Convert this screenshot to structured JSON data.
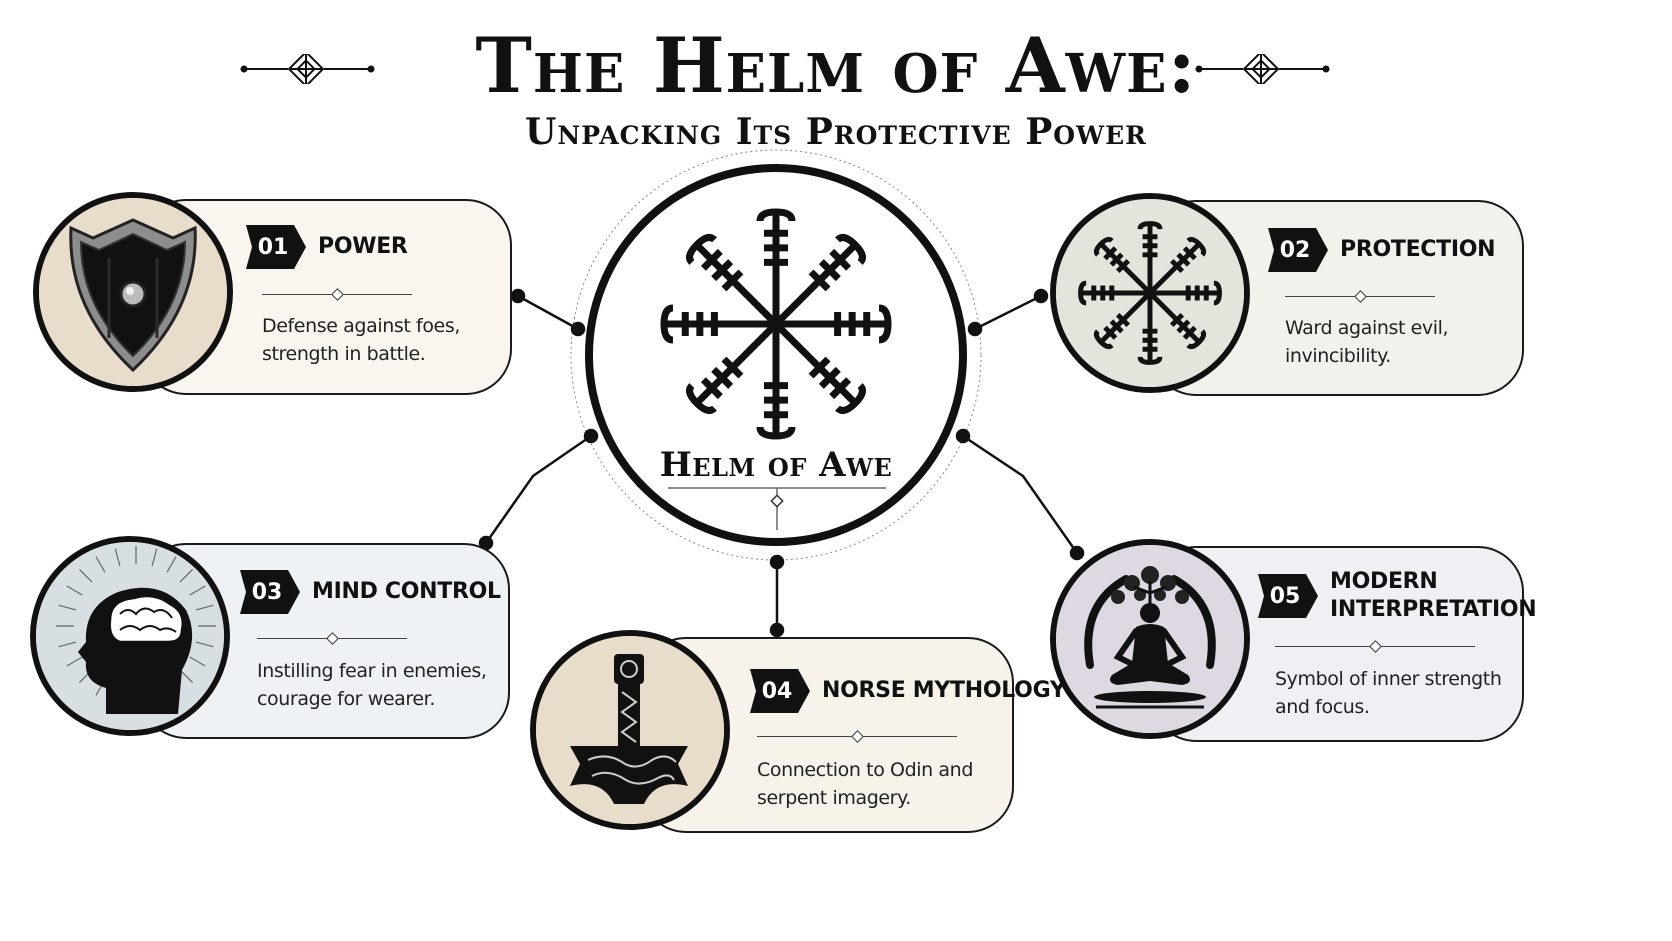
{
  "header": {
    "title": "The Helm of Awe:",
    "subtitle": "Unpacking Its Protective Power"
  },
  "center": {
    "label": "Helm of Awe",
    "icon": "helm-of-awe-icon"
  },
  "cards": [
    {
      "number": "01",
      "title": "POWER",
      "line1": "Defense against foes,",
      "line2": "strength in battle.",
      "icon": "shield-icon",
      "bg": "#faf6ef",
      "circle_bg": "#e8dccb"
    },
    {
      "number": "02",
      "title": "PROTECTION",
      "line1": "Ward against evil,",
      "line2": "invincibility.",
      "icon": "helm-of-awe-icon",
      "bg": "#f1f2ec",
      "circle_bg": "#e3e5dc"
    },
    {
      "number": "03",
      "title": "MIND CONTROL",
      "line1": "Instilling fear in enemies,",
      "line2": "courage for wearer.",
      "icon": "brain-head-icon",
      "bg": "#eef2f4",
      "circle_bg": "#d7dfe3"
    },
    {
      "number": "04",
      "title": "NORSE MYTHOLOGY",
      "line1": "Connection to Odin and",
      "line2": "serpent imagery.",
      "icon": "thors-hammer-icon",
      "bg": "#f7f2ea",
      "circle_bg": "#e8dcca"
    },
    {
      "number": "05",
      "title": "MODERN",
      "title2": "INTERPRETATION",
      "line1": "Symbol of inner strength",
      "line2": "and focus.",
      "icon": "meditation-tree-icon",
      "bg": "#f1eff4",
      "circle_bg": "#ddd8e2"
    }
  ],
  "colors": {
    "ink": "#111111",
    "background": "#ffffff"
  }
}
